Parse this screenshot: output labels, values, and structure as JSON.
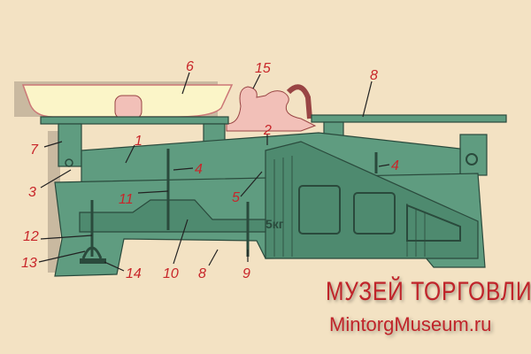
{
  "diagram": {
    "title": "Scale mechanism",
    "weight_marking": "5кг",
    "labels": [
      {
        "id": "label-6",
        "text": "6"
      },
      {
        "id": "label-15",
        "text": "15"
      },
      {
        "id": "label-8-top",
        "text": "8"
      },
      {
        "id": "label-7",
        "text": "7"
      },
      {
        "id": "label-1",
        "text": "1"
      },
      {
        "id": "label-2",
        "text": "2"
      },
      {
        "id": "label-3",
        "text": "3"
      },
      {
        "id": "label-4-left",
        "text": "4"
      },
      {
        "id": "label-4-right",
        "text": "4"
      },
      {
        "id": "label-11",
        "text": "11"
      },
      {
        "id": "label-5",
        "text": "5"
      },
      {
        "id": "label-12",
        "text": "12"
      },
      {
        "id": "label-13",
        "text": "13"
      },
      {
        "id": "label-14",
        "text": "14"
      },
      {
        "id": "label-10",
        "text": "10"
      },
      {
        "id": "label-8-bottom",
        "text": "8"
      },
      {
        "id": "label-9",
        "text": "9"
      }
    ]
  },
  "logo": {
    "line1": "МУЗЕЙ ТОРГОВЛИ",
    "line2": "MintorgMuseum.ru"
  },
  "colors": {
    "background": "#f3e2c3",
    "metal": "#5f9c80",
    "label": "#c8262a",
    "pan": "#fbf5c8",
    "pink": "#f2c0b8"
  }
}
